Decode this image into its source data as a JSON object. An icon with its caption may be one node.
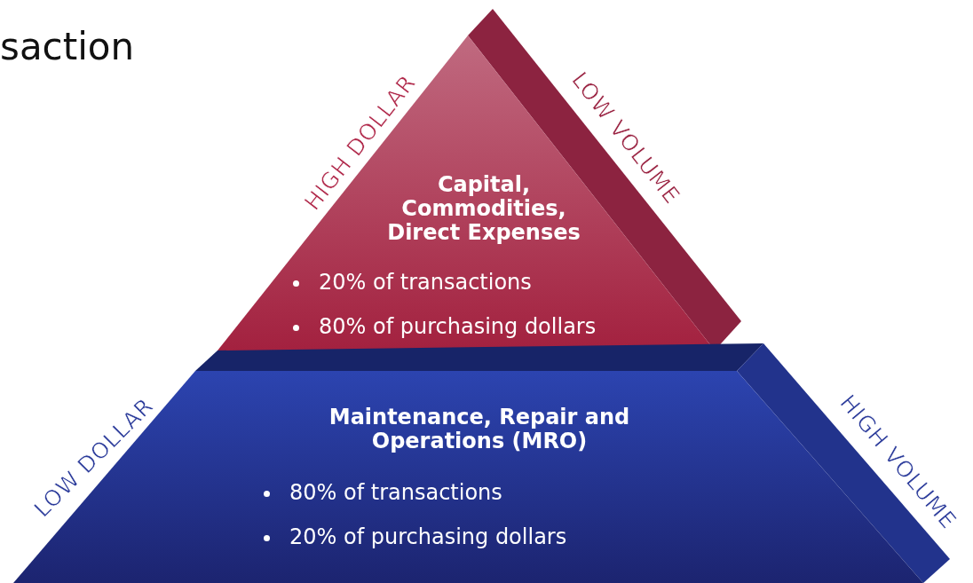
{
  "diagram": {
    "title": "saction",
    "nodes": [
      {
        "text": [
          "Capital, Commodities, Direct Expenses",
          "20% of transactions",
          "80% of purchasing dollars"
        ]
      },
      {
        "text": [
          "Maintenance, Repair and Operations (MRO)",
          "80% of transactions",
          "20% of purchasing dollars"
        ]
      }
    ],
    "labels": [
      "HIGH DOLLAR",
      "LOW VOLUME",
      "LOW DOLLAR",
      "HIGH VOLUME"
    ]
  }
}
